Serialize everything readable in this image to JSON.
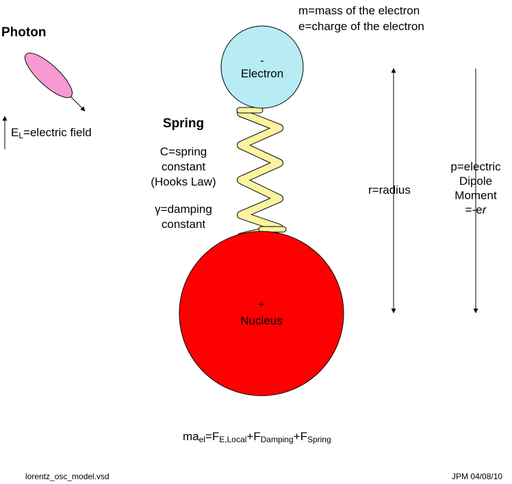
{
  "photon": {
    "label": "Photon",
    "field_prefix": "E",
    "field_sub": "L",
    "field_suffix": "=electric field",
    "fill_color": "#f59ad2"
  },
  "electron": {
    "sign": "-",
    "label": "Electron",
    "fill_color": "#b7ecf4",
    "mass_text": "m=mass of the electron",
    "charge_text": "e=charge of the electron"
  },
  "spring": {
    "label": "Spring",
    "constant_line1": "C=spring",
    "constant_line2": "constant",
    "constant_line3": "(Hooks Law)",
    "damping_symbol": "γ",
    "damping_line1_rest": "=damping",
    "damping_line2": "constant",
    "fill_color": "#fbf3a0"
  },
  "nucleus": {
    "sign": "+",
    "label": "Nucleus",
    "fill_color": "#ff0000"
  },
  "radius": {
    "label": "r=radius"
  },
  "dipole": {
    "line1": "p=electric",
    "line2": "Dipole",
    "line3": "Moment",
    "line4_prefix": "=-e",
    "line4_italic": "r"
  },
  "equation": {
    "p1": "ma",
    "s1": "el",
    "p2": "=F",
    "s2": "E,Local",
    "p3": "+F",
    "s3": "Damping",
    "p4": "+F",
    "s4": "Spring"
  },
  "footer": {
    "filename": "lorentz_osc_model.vsd",
    "credit": "JPM 04/08/10"
  }
}
